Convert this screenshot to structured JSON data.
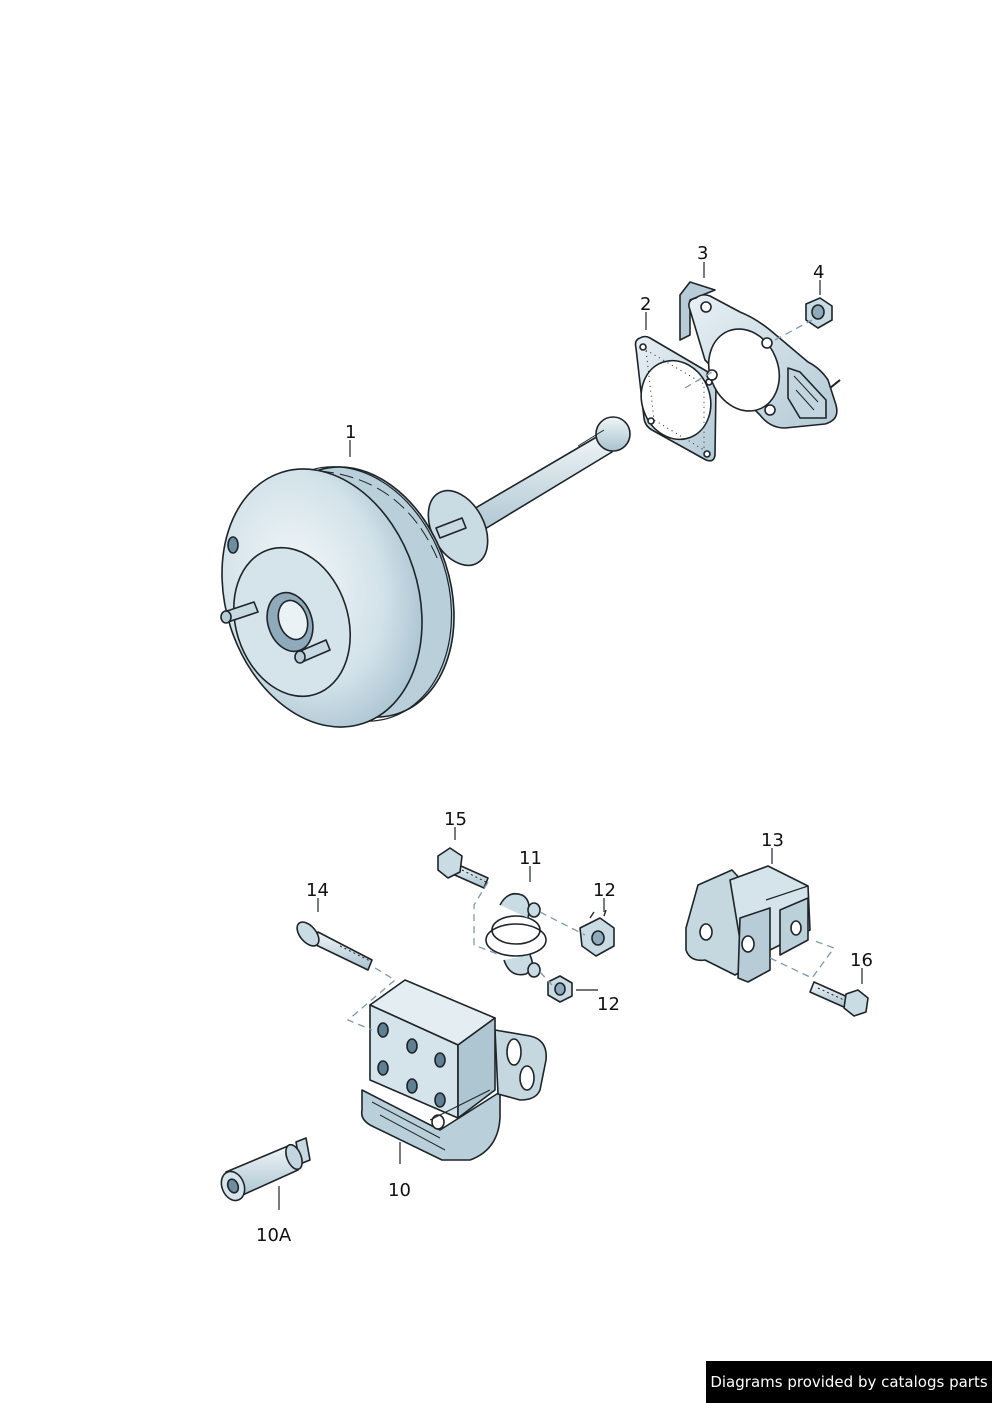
{
  "callouts": {
    "p1": "1",
    "p2": "2",
    "p3": "3",
    "p4": "4",
    "p10": "10",
    "p10a": "10A",
    "p11": "11",
    "p12a": "12",
    "p12b": "12",
    "p13": "13",
    "p14": "14",
    "p15": "15",
    "p16": "16"
  },
  "footer": "Diagrams provided by catalogs parts",
  "colors": {
    "part_fill": "#d7e6ec",
    "part_shade": "#9fbccb",
    "outline": "#1e2428",
    "leader": "#7f98ab",
    "background": "#ffffff"
  },
  "icons": [
    "brake-booster-icon",
    "gasket-icon",
    "mounting-plate-icon",
    "nut-icon",
    "bracket-icon",
    "spacer-icon",
    "clip-icon",
    "bolt-icon"
  ]
}
